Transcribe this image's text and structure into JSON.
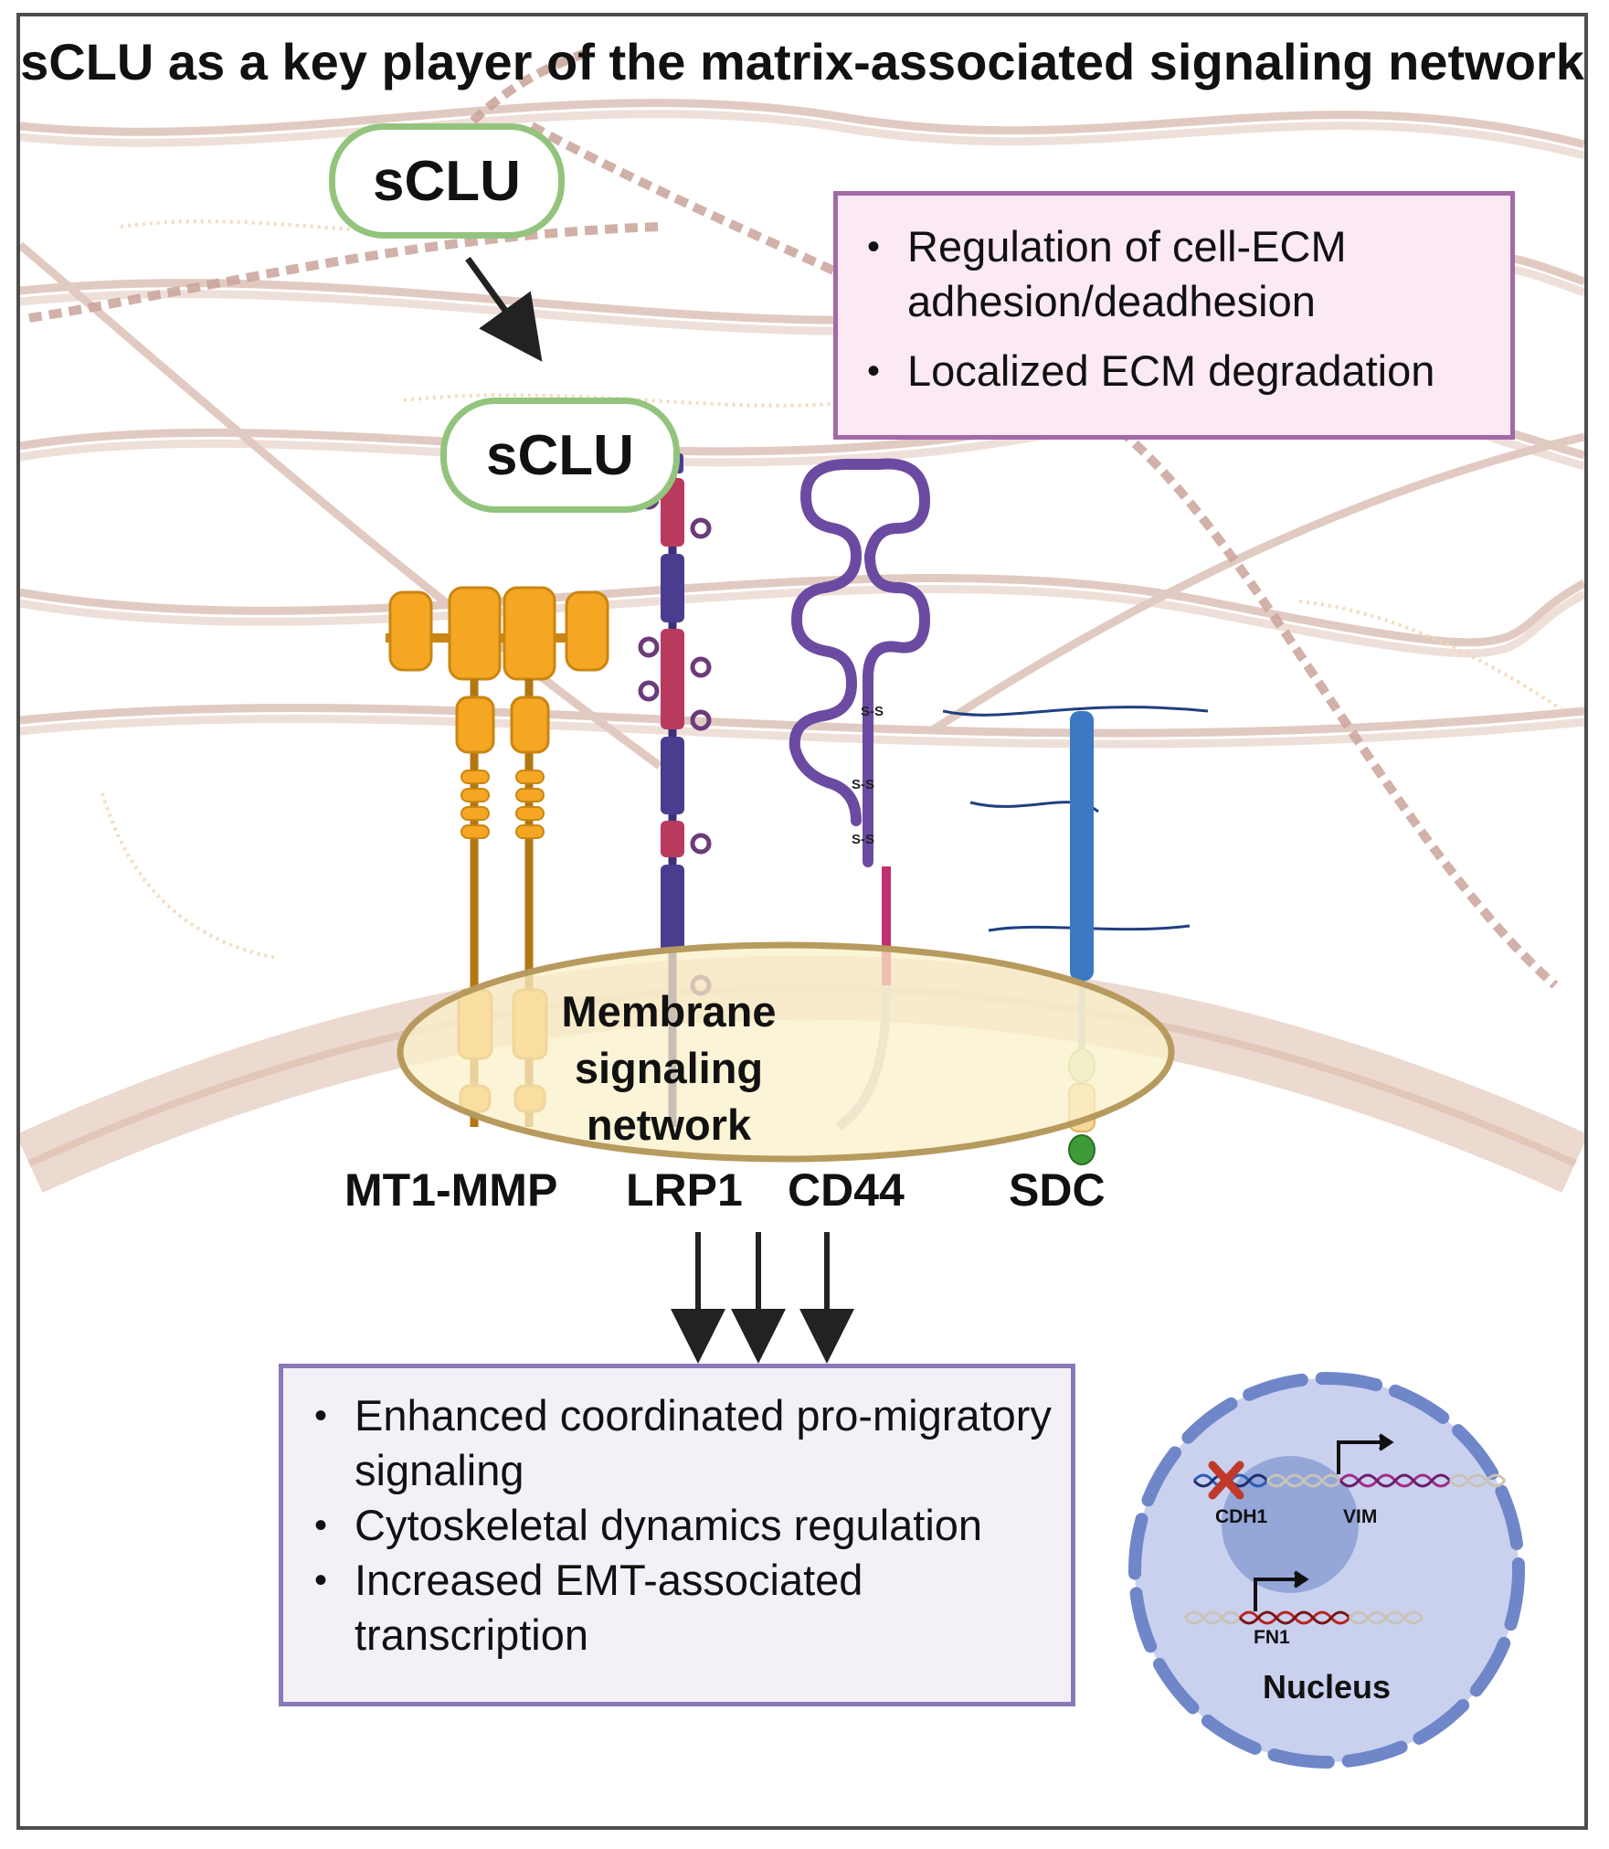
{
  "title": "sCLU as a key player of the matrix-associated signaling network",
  "sclu_top": "sCLU",
  "sclu_bound": "sCLU",
  "ecm_box": {
    "items": [
      "Regulation of cell-ECM adhesion/deadhesion",
      "Localized ECM degradation"
    ]
  },
  "membrane_label": "Membrane signaling network",
  "receptors": {
    "mt1mmp": "MT1-MMP",
    "lrp1": "LRP1",
    "cd44": "CD44",
    "sdc": "SDC",
    "disulfide": "S-S"
  },
  "outcome_box": {
    "items": [
      "Enhanced coordinated pro-migratory signaling",
      "Cytoskeletal dynamics regulation",
      "Increased EMT-associated transcription"
    ]
  },
  "nucleus": {
    "label": "Nucleus",
    "genes": {
      "cdh1": "CDH1",
      "vim": "VIM",
      "fn1": "FN1"
    }
  },
  "colors": {
    "sclu_border": "#93c47d",
    "ecm_box_border": "#a36aa7",
    "ecm_box_fill": "#fbe9f3",
    "outcome_box_border": "#8a79b8",
    "outcome_box_fill": "#f3f0f8",
    "mt1mmp": "#f5a623",
    "lrp1_blue": "#4a3d8f",
    "lrp1_red": "#b83b5e",
    "cd44": "#6b4ba1",
    "sdc": "#3d78c4",
    "nucleus_fill": "#c9d1ee",
    "nucleus_border": "#6f86c9"
  }
}
